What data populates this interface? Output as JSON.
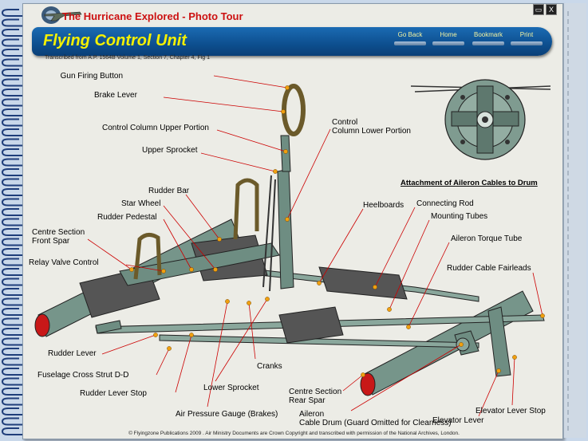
{
  "header": {
    "site_title": "The Hurricane Explored - Photo Tour",
    "window_buttons": [
      "▭",
      "X"
    ]
  },
  "banner": {
    "title": "Flying Control Unit",
    "nav": [
      {
        "label": "Go Back",
        "icon": "back-arrow-icon"
      },
      {
        "label": "Home",
        "icon": "home-icon"
      },
      {
        "label": "Bookmark",
        "icon": "bookmark-icon"
      },
      {
        "label": "Print",
        "icon": "printer-icon"
      }
    ]
  },
  "source_note": "Transcribed from A.P. 1564B Volume 1, Section 7, Chapter 4, Fig 1",
  "inset_caption": "Attachment of Aileron Cables to Drum",
  "labels": {
    "gun_firing_button": "Gun Firing Button",
    "brake_lever": "Brake Lever",
    "control_column_upper": "Control Column Upper Portion",
    "control_column_lower": "Control Column Lower Portion",
    "upper_sprocket": "Upper Sprocket",
    "rudder_bar": "Rudder Bar",
    "star_wheel": "Star Wheel",
    "rudder_pedestal": "Rudder Pedestal",
    "centre_section_front_spar": "Centre Section Front Spar",
    "relay_valve_control": "Relay Valve Control",
    "heelboards": "Heelboards",
    "connecting_rod": "Connecting Rod",
    "mounting_tubes": "Mounting Tubes",
    "aileron_torque_tube": "Aileron Torque Tube",
    "rudder_cable_fairleads": "Rudder Cable Fairleads",
    "rudder_lever": "Rudder Lever",
    "fuselage_cross_strut": "Fuselage Cross Strut D-D",
    "rudder_lever_stop": "Rudder Lever Stop",
    "cranks": "Cranks",
    "lower_sprocket": "Lower Sprocket",
    "centre_section_rear_spar": "Centre Section Rear Spar",
    "air_pressure_gauge": "Air Pressure Gauge (Brakes)",
    "aileron_cable_drum": "Aileron Cable Drum (Guard Omitted for Clearness)",
    "elevator_lever_stop": "Elevator Lever Stop",
    "elevator_lever": "Elevator Lever"
  },
  "footer": "© Flyingzone Publications 2009 .  Air Ministry Documents are Crown Copyright and transcribed with permission of the National Archives, London.",
  "colors": {
    "page_bg": "#ecece6",
    "banner_blue": "#0d4f8f",
    "title_yellow": "#f5f000",
    "header_red": "#cc1111",
    "part_green": "#6d8c80",
    "spar_red": "#c81818",
    "pointer_red": "#cc0000",
    "dot_orange": "#f0a010"
  }
}
